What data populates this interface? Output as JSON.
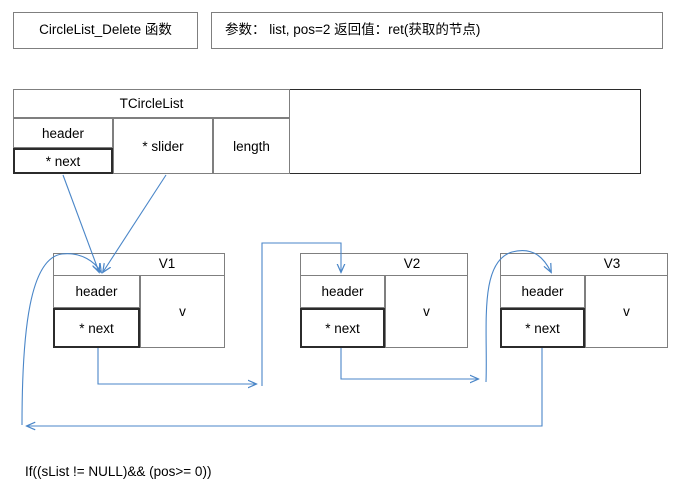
{
  "header": {
    "function_box": "CircleList_Delete 函数",
    "params_box": "参数：   list, pos=2  返回值：ret(获取的节点)"
  },
  "struct": {
    "title": "TCircleList",
    "fields": {
      "header": "header",
      "next": "* next",
      "slider": "* slider",
      "length": "length"
    }
  },
  "nodes": [
    {
      "title": "V1",
      "header": "header",
      "next": "* next",
      "value": "v"
    },
    {
      "title": "V2",
      "header": "header",
      "next": "* next",
      "value": "v"
    },
    {
      "title": "V3",
      "header": "header",
      "next": "* next",
      "value": "v"
    }
  ],
  "condition": "If((sList != NULL)&& (pos>= 0))",
  "colors": {
    "arrow": "#4a86c8",
    "box_border": "#7f7f7f",
    "thick_border": "#2b2b2b",
    "text": "#000000",
    "background": "#ffffff"
  }
}
